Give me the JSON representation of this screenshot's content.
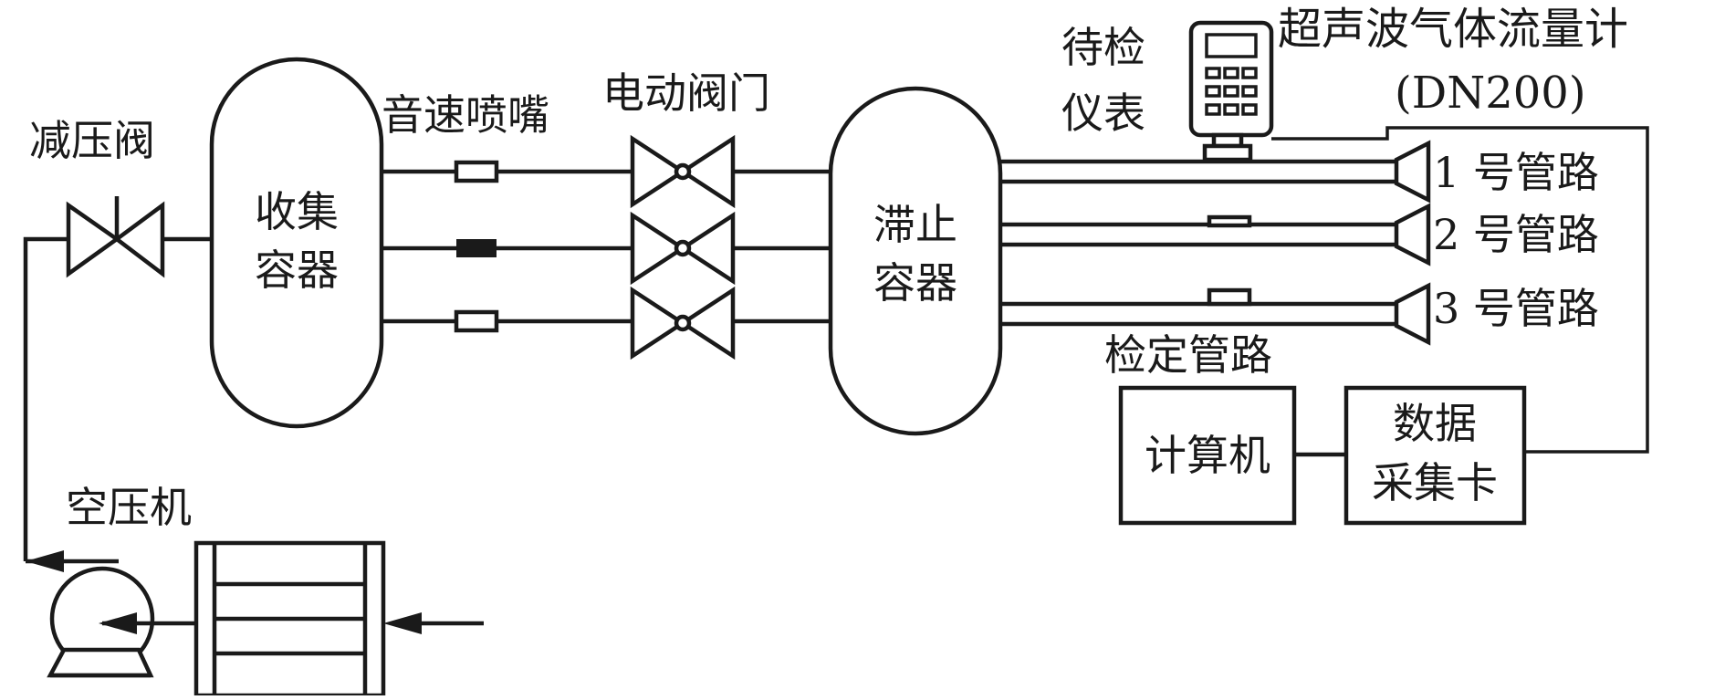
{
  "labels": {
    "pressure_reducing_valve": "减压阀",
    "collection_vessel": [
      "收集",
      "容器"
    ],
    "sonic_nozzle": "音速喷嘴",
    "electric_valve": "电动阀门",
    "stagnation_vessel": [
      "滞止",
      "容器"
    ],
    "meter_under_test": [
      "待检",
      "仪表"
    ],
    "ultrasonic_meter": [
      "超声波气体流量计",
      "(DN200)"
    ],
    "pipe_1": "1 号管路",
    "pipe_2": "2 号管路",
    "pipe_3": "3 号管路",
    "calibration_pipeline": "检定管路",
    "computer": "计算机",
    "daq_card": [
      "数据",
      "采集卡"
    ],
    "air_compressor": "空压机"
  },
  "colors": {
    "ink": "#1a1a1a",
    "background": "#ffffff"
  },
  "icons": {
    "valve": "bowtie-valve-icon",
    "nozzle": "nozzle-icon",
    "horn": "horn-outlet-icon",
    "meter": "handheld-meter-icon",
    "pump": "air-compressor-icon",
    "filter": "filter-tank-icon",
    "arrow": "flow-arrow-icon"
  }
}
